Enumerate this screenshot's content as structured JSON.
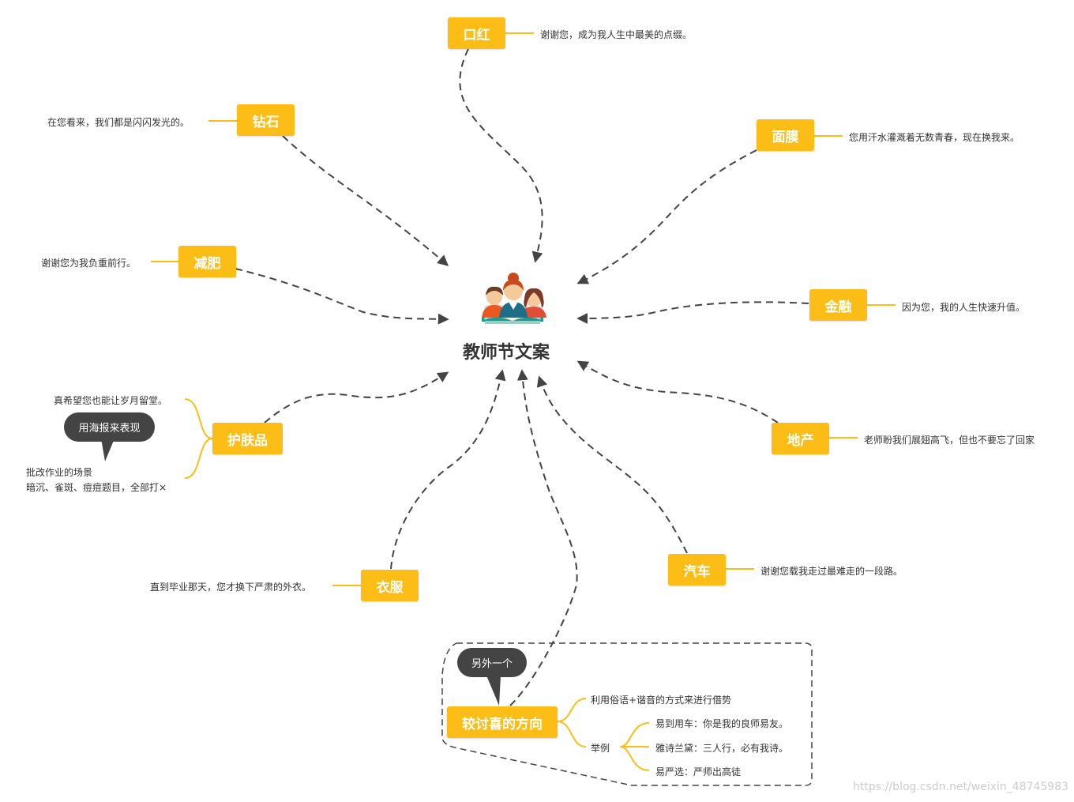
{
  "center": {
    "title": "教师节文案",
    "icon": "teachers-with-book-icon"
  },
  "topics": [
    {
      "label": "口红",
      "note": "谢谢您，成为我人生中最美的点缀。"
    },
    {
      "label": "钻石",
      "note": "在您看来，我们都是闪闪发光的。"
    },
    {
      "label": "面膜",
      "note": "您用汗水灌溉着无数青春，现在换我来。"
    },
    {
      "label": "减肥",
      "note": "谢谢您为我负重前行。"
    },
    {
      "label": "金融",
      "note": "因为您，我的人生快速升值。"
    },
    {
      "label": "护肤品",
      "note": "真希望您也能让岁月留堂。",
      "note2": "批改作业的场景",
      "note3": "暗沉、雀斑、痘痘题目，全部打×"
    },
    {
      "label": "地产",
      "note": "老师盼我们展翅高飞，但也不要忘了回家"
    },
    {
      "label": "衣服",
      "note": "直到毕业那天，您才换下严肃的外衣。"
    },
    {
      "label": "汽车",
      "note": "谢谢您载我走过最难走的一段路。"
    },
    {
      "label": "较讨喜的方向",
      "note": "利用俗语+谐音的方式来进行借势",
      "example_label": "举例",
      "examples": [
        "易到用车：你是我的良师易友。",
        "雅诗兰黛：三人行，必有我诗。",
        "易严选：严师出高徒"
      ]
    }
  ],
  "callouts": {
    "poster": "用海报来表现",
    "another": "另外一个"
  },
  "watermark": "https://blog.csdn.net/weixin_48745983",
  "colors": {
    "node": "#fbbd16",
    "connector": "#444444",
    "branch": "#fbbd16",
    "bubble": "#444444"
  }
}
